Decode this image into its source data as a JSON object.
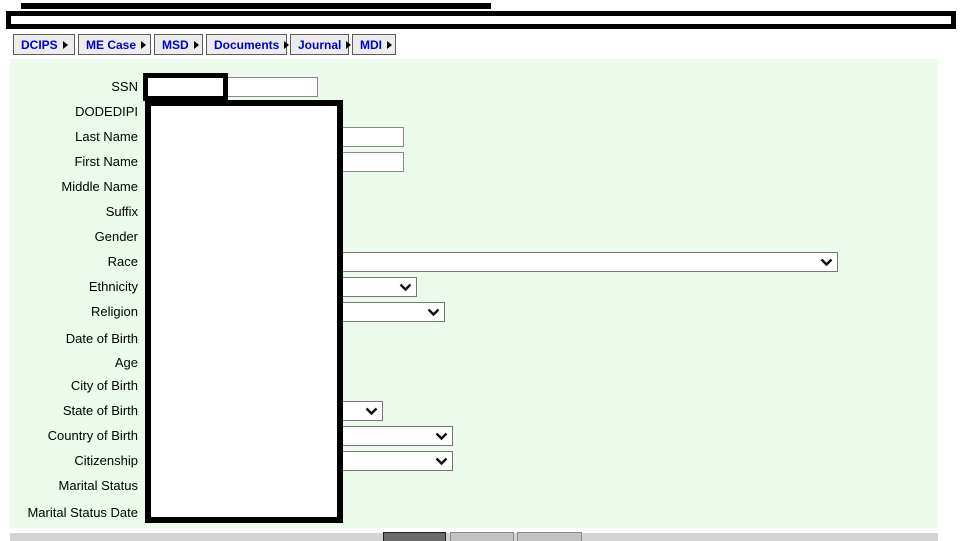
{
  "menu": {
    "items": [
      {
        "label": "DCIPS"
      },
      {
        "label": "ME Case"
      },
      {
        "label": "MSD"
      },
      {
        "label": "Documents"
      },
      {
        "label": "Journal"
      },
      {
        "label": "MDI"
      }
    ]
  },
  "form": {
    "labels": {
      "ssn": "SSN",
      "dodedipi": "DODEDIPI",
      "last_name": "Last Name",
      "first_name": "First Name",
      "middle_name": "Middle Name",
      "suffix": "Suffix",
      "gender": "Gender",
      "race": "Race",
      "ethnicity": "Ethnicity",
      "religion": "Religion",
      "date_of_birth": "Date of Birth",
      "age": "Age",
      "city_of_birth": "City of Birth",
      "state_of_birth": "State of Birth",
      "country_of_birth": "Country of Birth",
      "citizenship": "Citizenship",
      "marital_status": "Marital Status",
      "marital_status_date": "Marital Status Date"
    },
    "values": {
      "ssn": "",
      "last_name": "",
      "first_name": ""
    }
  },
  "colors": {
    "panel_background": "#ecfaec",
    "menu_text": "#0000cc",
    "menu_button_background": "#ececec",
    "redaction": "#000000"
  }
}
